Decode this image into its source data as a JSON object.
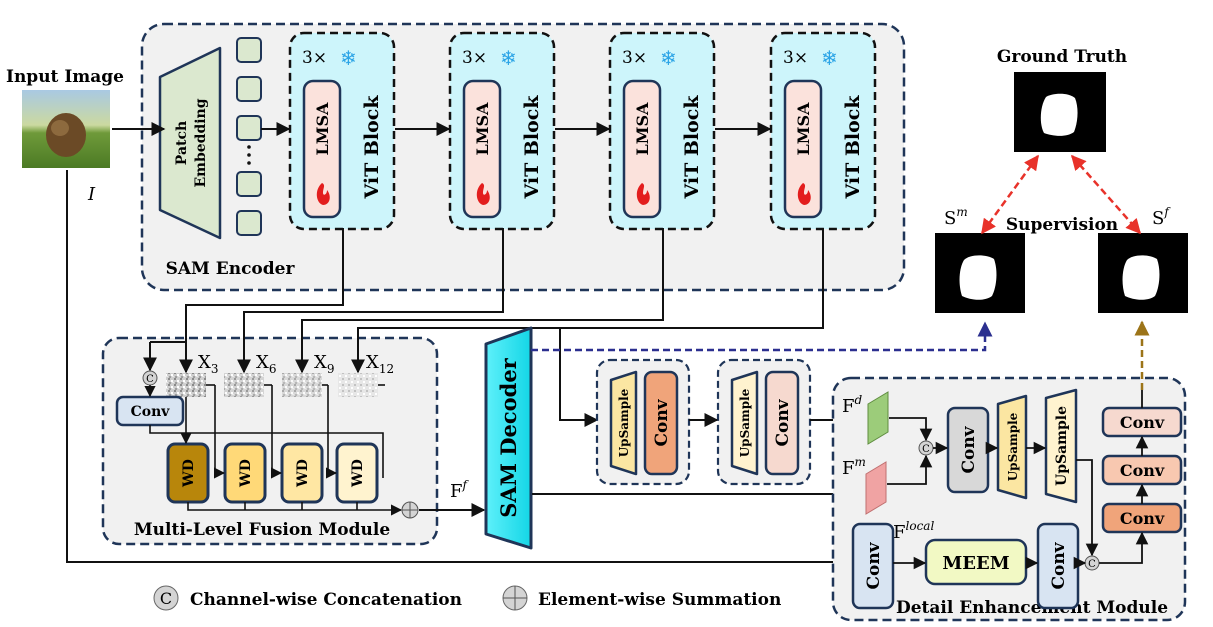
{
  "input": {
    "title": "Input Image",
    "symbol": "I"
  },
  "sam_encoder": {
    "label": "SAM Encoder",
    "patch_line1": "Patch",
    "patch_line2": "Embedding",
    "blocks": [
      {
        "repeat": "3×",
        "attn": "LMSA",
        "name": "ViT Block"
      },
      {
        "repeat": "3×",
        "attn": "LMSA",
        "name": "ViT Block"
      },
      {
        "repeat": "3×",
        "attn": "LMSA",
        "name": "ViT Block"
      },
      {
        "repeat": "3×",
        "attn": "LMSA",
        "name": "ViT Block"
      }
    ]
  },
  "fusion": {
    "label": "Multi-Level Fusion Module",
    "features": [
      "X",
      "X",
      "X",
      "X"
    ],
    "feature_subs": [
      "3",
      "6",
      "9",
      "12"
    ],
    "conv": "Conv",
    "concat": "C",
    "wd": [
      "WD",
      "WD",
      "WD",
      "WD"
    ],
    "output": "F",
    "output_sup": "f"
  },
  "decoder": {
    "label": "SAM Decoder",
    "up_blocks": [
      {
        "upsample": "UpSample",
        "conv": "Conv"
      },
      {
        "upsample": "UpSample",
        "conv": "Conv"
      }
    ]
  },
  "detail": {
    "label": "Detail Enhancement Module",
    "fd": "F",
    "fd_sup": "d",
    "fm": "F",
    "fm_sup": "m",
    "flocal": "F",
    "flocal_sup": "local",
    "concat1": "C",
    "concat2": "C",
    "conv_main": "Conv",
    "up1": "UpSample",
    "up2": "UpSample",
    "conv_stack": [
      "Conv",
      "Conv",
      "Conv"
    ],
    "conv_input": "Conv",
    "meem": "MEEM",
    "conv_after": "Conv"
  },
  "right": {
    "gt_label": "Ground Truth",
    "supervision": "Supervision",
    "sm": "S",
    "sm_sup": "m",
    "sf": "S",
    "sf_sup": "f"
  },
  "legend": {
    "concat_symbol": "C",
    "concat_text": "Channel-wise Concatenation",
    "sum_text": "Element-wise Summation"
  },
  "colors": {
    "dashed_border": "#1f3558",
    "vit_fill": "#cdf5fb",
    "patch_fill": "#dbe8cf",
    "wd_dark": "#b8860b",
    "wd_light": "#ffe08a",
    "decoder_fill": "#1ee3f2",
    "upsample_fill": "#fbe6a2",
    "conv_orange": "#f0a47a",
    "conv_pink": "#f6d9cf",
    "meem_fill": "#f2f9c4",
    "red_arrow": "#e8322a",
    "navy_arrow": "#2b2f8f",
    "gold_arrow": "#9c7418"
  }
}
